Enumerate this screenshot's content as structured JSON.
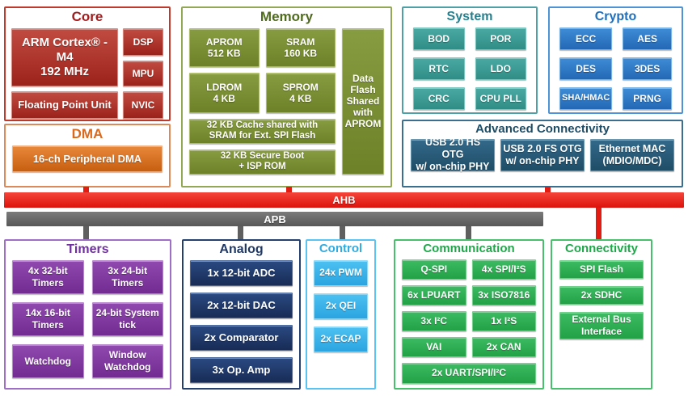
{
  "sections": {
    "core": {
      "title": "Core",
      "cpu": "ARM Cortex® -M4\n192 MHz",
      "dsp": "DSP",
      "mpu": "MPU",
      "fpu": "Floating Point Unit",
      "nvic": "NVIC"
    },
    "dma": {
      "title": "DMA",
      "pdma": "16-ch Peripheral DMA"
    },
    "memory": {
      "title": "Memory",
      "aprom": "APROM\n512 KB",
      "sram": "SRAM\n160 KB",
      "ldrom": "LDROM\n4 KB",
      "sprom": "SPROM\n4 KB",
      "cache": "32 KB Cache shared with\nSRAM for Ext. SPI Flash",
      "secure_boot": "32 KB Secure Boot\n+ ISP ROM",
      "data_flash": "Data\nFlash\nShared\nwith\nAPROM"
    },
    "system": {
      "title": "System",
      "bod": "BOD",
      "por": "POR",
      "rtc": "RTC",
      "ldo": "LDO",
      "crc": "CRC",
      "cpu_pll": "CPU PLL"
    },
    "crypto": {
      "title": "Crypto",
      "ecc": "ECC",
      "aes": "AES",
      "des": "DES",
      "tdes": "3DES",
      "sha_hmac": "SHA/HMAC",
      "prng": "PRNG"
    },
    "advconn": {
      "title": "Advanced Connectivity",
      "usb_hs": "USB 2.0 HS OTG\nw/ on-chip PHY",
      "usb_fs": "USB 2.0 FS OTG\nw/ on-chip PHY",
      "emac": "Ethernet MAC\n(MDIO/MDC)"
    },
    "timers": {
      "title": "Timers",
      "t32": "4x 32-bit\nTimers",
      "t24": "3x 24-bit\nTimers",
      "t16": "14x 16-bit\nTimers",
      "systick": "24-bit System\ntick",
      "wdt": "Watchdog",
      "wwdt": "Window\nWatchdog"
    },
    "analog": {
      "title": "Analog",
      "adc": "1x 12-bit ADC",
      "dac": "2x 12-bit DAC",
      "comparator": "2x Comparator",
      "opamp": "3x Op. Amp"
    },
    "control": {
      "title": "Control",
      "pwm": "24x PWM",
      "qei": "2x QEI",
      "ecap": "2x ECAP"
    },
    "communication": {
      "title": "Communication",
      "qspi": "Q-SPI",
      "spi_i2s": "4x SPI/I²S",
      "lpuart": "6x LPUART",
      "iso7816": "3x ISO7816",
      "i2c": "3x I²C",
      "i2s": "1x I²S",
      "vai": "VAI",
      "can": "2x CAN",
      "uart_spi_i2c": "2x UART/SPI/I²C"
    },
    "connectivity": {
      "title": "Connectivity",
      "spi_flash": "SPI Flash",
      "sdhc": "2x SDHC",
      "ebi": "External Bus\nInterface"
    }
  },
  "buses": {
    "ahb": "AHB",
    "apb": "APB"
  },
  "palette": {
    "core": {
      "border": "#bf3a2b",
      "title": "#a21d1d",
      "box1": "#c14b41",
      "box2": "#9b221b",
      "edge": "#d5897f"
    },
    "dma": {
      "border": "#dd8a5b",
      "title": "#d96a1e",
      "box1": "#e8873a",
      "box2": "#c75f10",
      "edge": "#f2b183"
    },
    "memory": {
      "border": "#93a854",
      "title": "#4f6b1d",
      "box1": "#879c41",
      "box2": "#6d8128",
      "edge": "#aebc6e"
    },
    "system": {
      "border": "#4da0a6",
      "title": "#25808f",
      "box1": "#4aaaa3",
      "box2": "#2f8d86",
      "edge": "#7cc4be"
    },
    "crypto": {
      "border": "#4e93d6",
      "title": "#1d6fc0",
      "box1": "#3f8cd6",
      "box2": "#2368b5",
      "edge": "#7ab3e4"
    },
    "advconn": {
      "border": "#3a6f8f",
      "title": "#1d4d66",
      "box1": "#33698a",
      "box2": "#1f4d67",
      "edge": "#6a97ae"
    },
    "timers": {
      "border": "#9f6fc8",
      "title": "#7030a0",
      "box1": "#9049ae",
      "box2": "#722b91",
      "edge": "#b987cd"
    },
    "analog": {
      "border": "#24406e",
      "title": "#1f3864",
      "box1": "#2a4a82",
      "box2": "#182c55",
      "edge": "#4a6899"
    },
    "control": {
      "border": "#59c4f2",
      "title": "#2fabe1",
      "box1": "#4cc0f1",
      "box2": "#2ba4e0",
      "edge": "#8ed9f7"
    },
    "communication": {
      "border": "#46c06a",
      "title": "#1fa84a",
      "box1": "#3dbb62",
      "box2": "#23a147",
      "edge": "#74d08d"
    },
    "connectivity": {
      "border": "#46c06a",
      "title": "#1fa84a",
      "box1": "#3dbb62",
      "box2": "#23a147",
      "edge": "#74d08d"
    },
    "buses": {
      "ahb": "#ea1c15",
      "apb": "#6e6e6e"
    }
  }
}
